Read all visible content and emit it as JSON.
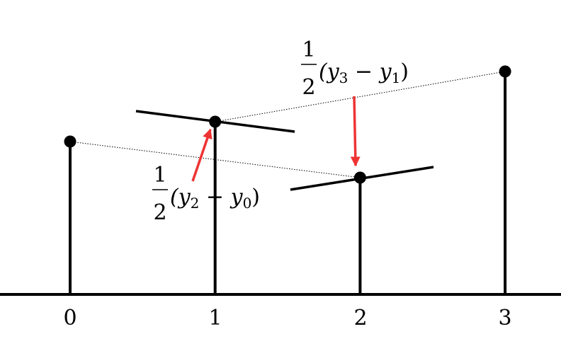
{
  "axis": {
    "ticks": [
      "0",
      "1",
      "2",
      "3"
    ]
  },
  "samples": [
    {
      "x": 0,
      "y": 2.16
    },
    {
      "x": 1,
      "y": 2.44
    },
    {
      "x": 2,
      "y": 1.65
    },
    {
      "x": 3,
      "y": 3.15
    }
  ],
  "annotations": [
    {
      "numerator": "1",
      "denominator": "2",
      "expr": "(y",
      "sub_a": "2",
      "minus": " − y",
      "sub_b": "0",
      "close": ")"
    },
    {
      "numerator": "1",
      "denominator": "2",
      "expr": "(y",
      "sub_a": "3",
      "minus": " − y",
      "sub_b": "1",
      "close": ")"
    }
  ],
  "colors": {
    "line": "#000000",
    "arrow": "#ee3333"
  }
}
